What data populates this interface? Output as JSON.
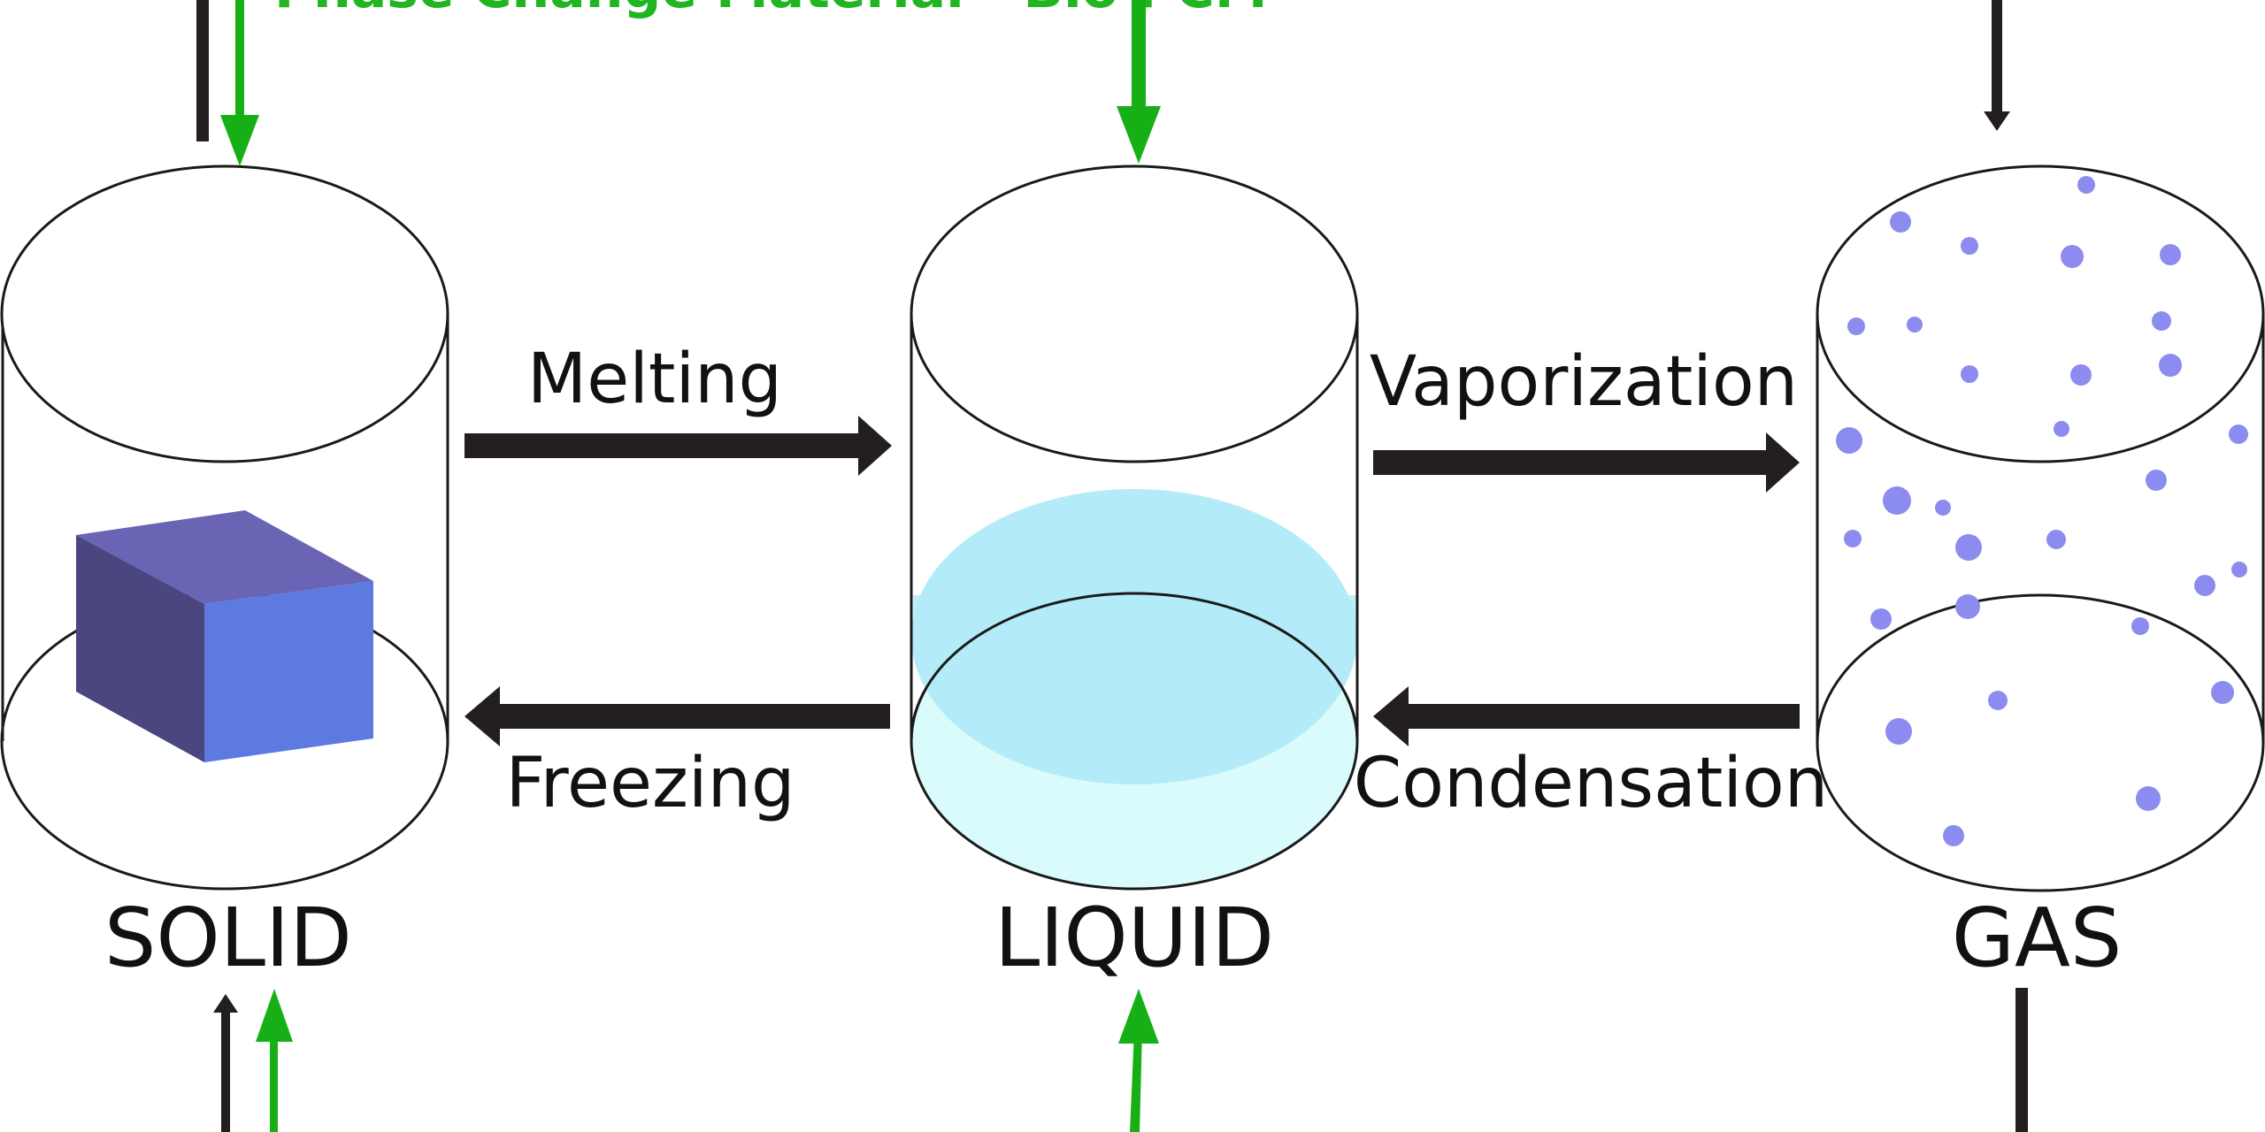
{
  "header": {
    "top_text": "Phase Change Material - Bio PCM"
  },
  "states": {
    "solid": "SOLID",
    "liquid": "LIQUID",
    "gas": "GAS"
  },
  "transitions": {
    "melting": "Melting",
    "freezing": "Freezing",
    "vaporization": "Vaporization",
    "condensation": "Condensation"
  },
  "colors": {
    "outline": "#1a1a1a",
    "arrow": "#231f20",
    "green_arrow": "#16b016",
    "green_text": "#22b522",
    "liquid_fill": "#b3ecf8",
    "liquid_bottom": "#d9fbfb",
    "gas_particles": "#8c8cf0",
    "cube_top": "#6a64b4",
    "cube_left": "#4a4680",
    "cube_right": "#5c7ae0"
  }
}
